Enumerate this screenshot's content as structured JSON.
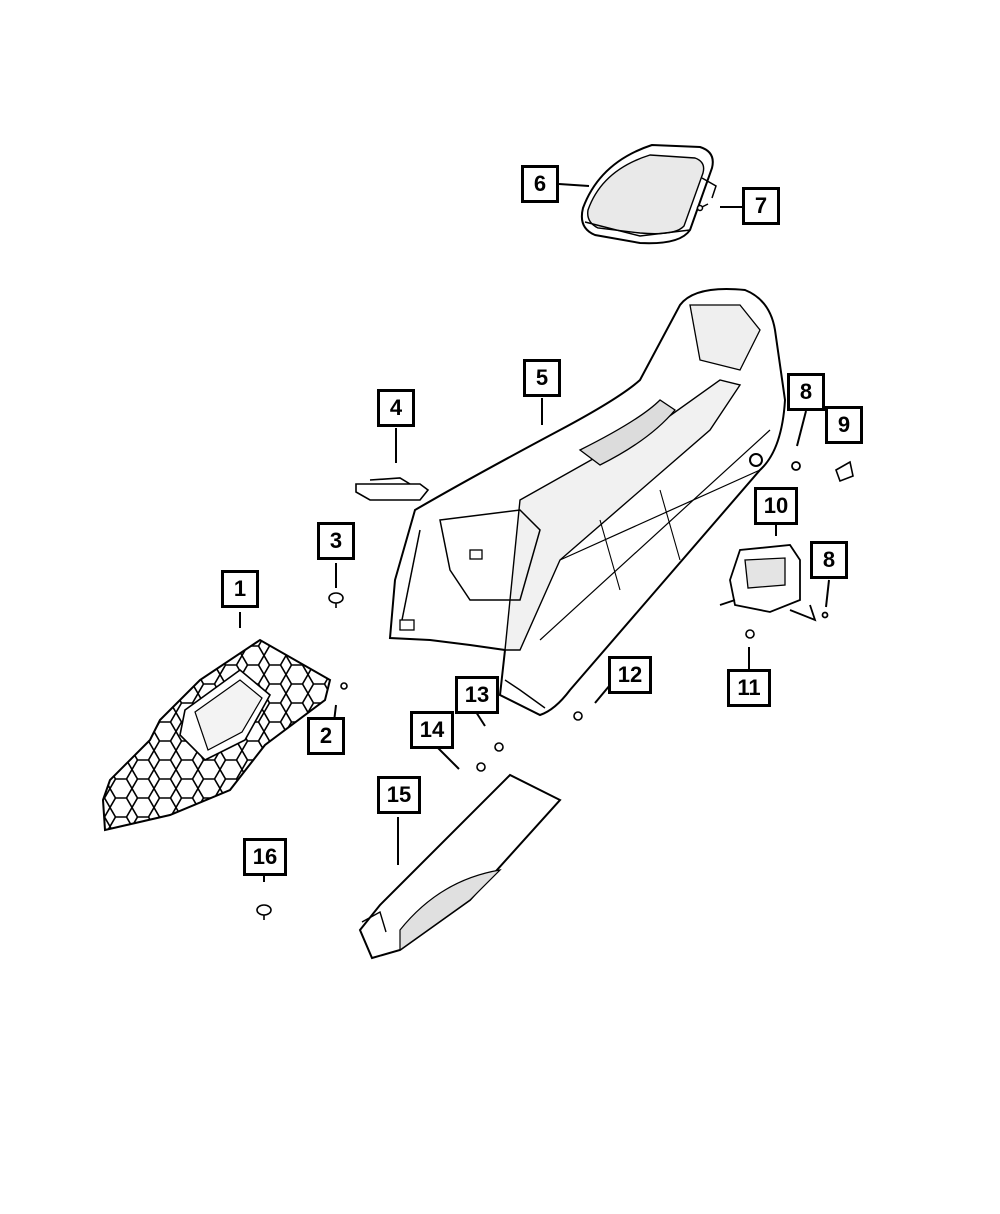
{
  "callouts": {
    "c1": "1",
    "c2": "2",
    "c3": "3",
    "c4": "4",
    "c5": "5",
    "c6": "6",
    "c7": "7",
    "c8a": "8",
    "c8b": "8",
    "c9": "9",
    "c10": "10",
    "c11": "11",
    "c12": "12",
    "c13": "13",
    "c14": "14",
    "c15": "15",
    "c16": "16"
  },
  "colors": {
    "line": "#000000",
    "background": "#ffffff",
    "shade": "#c9c9c9"
  },
  "icons": [
    "hex-mesh-panel",
    "clip-fastener",
    "screw",
    "armrest-lid",
    "console-body"
  ]
}
